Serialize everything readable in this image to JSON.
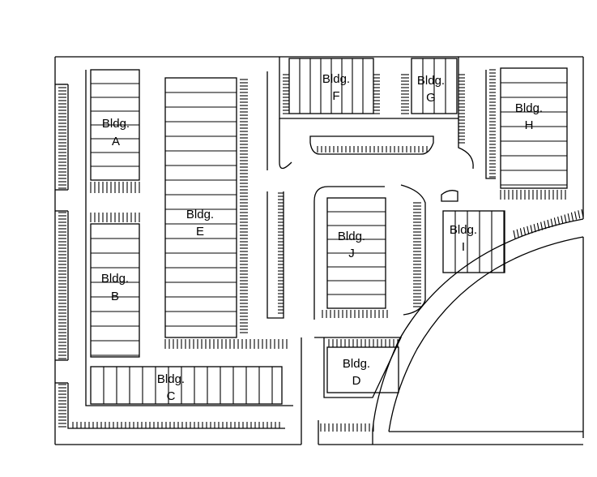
{
  "colors": {
    "line": "#000000",
    "background": "#ffffff"
  },
  "buildings": {
    "A": {
      "line1": "Bldg.",
      "line2": "A"
    },
    "B": {
      "line1": "Bldg.",
      "line2": "B"
    },
    "C": {
      "line1": "Bldg.",
      "line2": "C"
    },
    "D": {
      "line1": "Bldg.",
      "line2": "D"
    },
    "E": {
      "line1": "Bldg.",
      "line2": "E"
    },
    "F": {
      "line1": "Bldg.",
      "line2": "F"
    },
    "G": {
      "line1": "Bldg.",
      "line2": "G"
    },
    "H": {
      "line1": "Bldg.",
      "line2": "H"
    },
    "I": {
      "line1": "Bldg.",
      "line2": "I"
    },
    "J": {
      "line1": "Bldg.",
      "line2": "J"
    }
  }
}
